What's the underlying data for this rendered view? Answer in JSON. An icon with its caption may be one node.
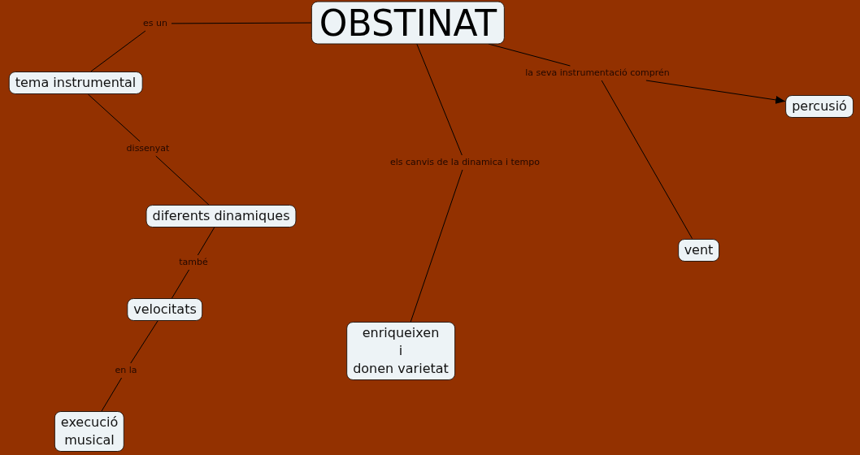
{
  "diagram": {
    "nodes": [
      {
        "text": [
          "OBSTINAT"
        ]
      },
      {
        "text": [
          "es un"
        ]
      },
      {
        "text": [
          "tema instrumental"
        ]
      },
      {
        "text": [
          "dissenyat"
        ]
      },
      {
        "text": [
          "diferents dinamiques"
        ]
      },
      {
        "text": [
          "també"
        ]
      },
      {
        "text": [
          "velocitats"
        ]
      },
      {
        "text": [
          "en la"
        ]
      },
      {
        "text": [
          "execució musical"
        ]
      },
      {
        "text": [
          "els canvis de la dinamica i tempo"
        ]
      },
      {
        "text": [
          "enriqueixen i donen varietat"
        ]
      },
      {
        "text": [
          "la seva instrumentació comprén"
        ]
      },
      {
        "text": [
          "percusió"
        ]
      },
      {
        "text": [
          "vent"
        ]
      }
    ],
    "edges": [
      {
        "from": 0,
        "to": 1,
        "arrow": "none"
      },
      {
        "from": 1,
        "to": 2,
        "arrow": "none"
      },
      {
        "from": 2,
        "to": 3,
        "arrow": "none"
      },
      {
        "from": 3,
        "to": 4,
        "arrow": "none"
      },
      {
        "from": 4,
        "to": 5,
        "arrow": "none"
      },
      {
        "from": 5,
        "to": 6,
        "arrow": "none"
      },
      {
        "from": 6,
        "to": 7,
        "arrow": "none"
      },
      {
        "from": 7,
        "to": 8,
        "arrow": "none"
      },
      {
        "from": 0,
        "to": 9,
        "arrow": "none"
      },
      {
        "from": 9,
        "to": 10,
        "arrow": "none"
      },
      {
        "from": 0,
        "to": 11,
        "arrow": "none"
      },
      {
        "from": 11,
        "to": 12,
        "arrow": "to"
      },
      {
        "from": 11,
        "to": 13,
        "arrow": "none"
      }
    ]
  }
}
